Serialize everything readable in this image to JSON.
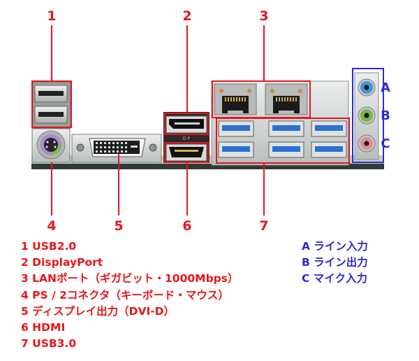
{
  "colors": {
    "callout_red": "#e8151b",
    "callout_blue": "#2a2ad0",
    "panel": "#c9cdcc",
    "rj45_orange": "#d98a3a",
    "usb3_blue": "#2c6fd6",
    "audio_blue": "#3f97d4",
    "audio_green": "#79b44a",
    "audio_pink": "#e38a9a",
    "ps2_purple": "#a98ac7",
    "ps2_green": "#80b955"
  },
  "callouts": [
    "1",
    "2",
    "3",
    "4",
    "5",
    "6",
    "7"
  ],
  "audio_callouts": [
    "A",
    "B",
    "C"
  ],
  "port_legend": [
    "1 USB2.0",
    "2 DisplayPort",
    "3 LANポート（ギガビット・1000Mbps）",
    "4 PS / 2コネクタ（キーボード・マウス）",
    "5 ディスプレイ出力（DVI-D）",
    "6 HDMI",
    "7 USB3.0"
  ],
  "audio_legend": [
    "A ライン入力",
    "B ライン出力",
    "C マイク入力"
  ]
}
